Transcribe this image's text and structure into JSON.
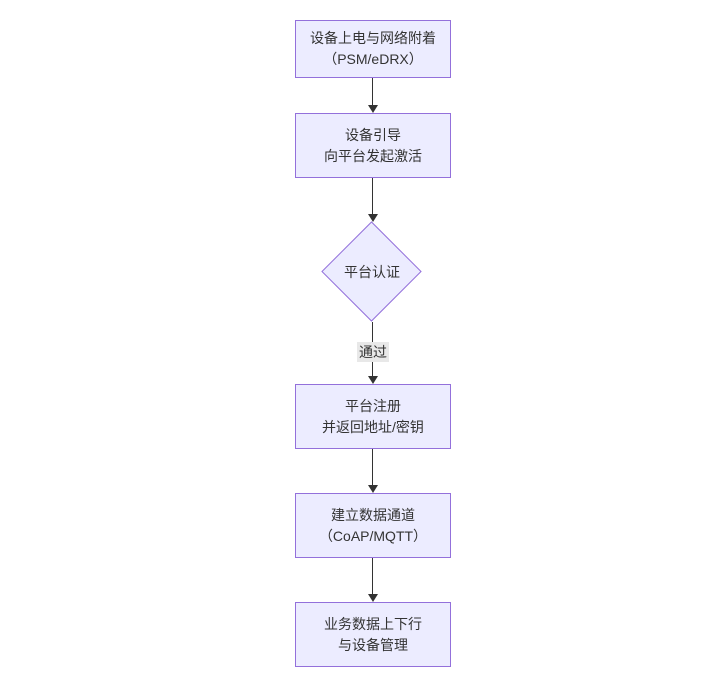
{
  "diagram": {
    "type": "flowchart",
    "direction": "top-down",
    "colors": {
      "node-fill": "#ECECFF",
      "node-stroke": "#9370DB",
      "node-text": "#333333",
      "edge-line": "#333333",
      "edge-label-bg": "#e8e8e8",
      "canvas-bg": "#ffffff"
    },
    "nodes": [
      {
        "id": "power-network-attach",
        "shape": "rect",
        "lines": [
          "设备上电与网络附着",
          "（PSM/eDRX）"
        ]
      },
      {
        "id": "bootstrap-activate",
        "shape": "rect",
        "lines": [
          "设备引导",
          "向平台发起激活"
        ]
      },
      {
        "id": "platform-auth",
        "shape": "diamond",
        "lines": [
          "平台认证"
        ]
      },
      {
        "id": "platform-register",
        "shape": "rect",
        "lines": [
          "平台注册",
          "并返回地址/密钥"
        ]
      },
      {
        "id": "data-channel",
        "shape": "rect",
        "lines": [
          "建立数据通道",
          "（CoAP/MQTT）"
        ]
      },
      {
        "id": "business-ops",
        "shape": "rect",
        "lines": [
          "业务数据上下行",
          "与设备管理"
        ]
      }
    ],
    "edges": [
      {
        "from": "power-network-attach",
        "to": "bootstrap-activate",
        "label": ""
      },
      {
        "from": "bootstrap-activate",
        "to": "platform-auth",
        "label": ""
      },
      {
        "from": "platform-auth",
        "to": "platform-register",
        "label": "通过"
      },
      {
        "from": "platform-register",
        "to": "data-channel",
        "label": ""
      },
      {
        "from": "data-channel",
        "to": "business-ops",
        "label": ""
      }
    ]
  }
}
